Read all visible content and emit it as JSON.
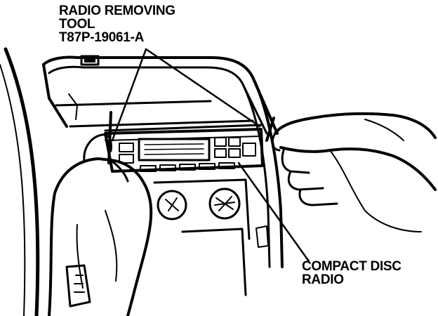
{
  "callouts": {
    "tool": {
      "line1": "RADIO REMOVING",
      "line2": "TOOL",
      "line3": "T87P-19061-A"
    },
    "radio": {
      "line1": "COMPACT DISC",
      "line2": "RADIO"
    }
  },
  "icons": [
    "dashboard-illustration",
    "left-hand",
    "right-hand",
    "radio-removing-tool",
    "compact-disc-radio",
    "steering-wheel"
  ],
  "colors": {
    "ink": "#000000",
    "paper": "#ffffff"
  }
}
